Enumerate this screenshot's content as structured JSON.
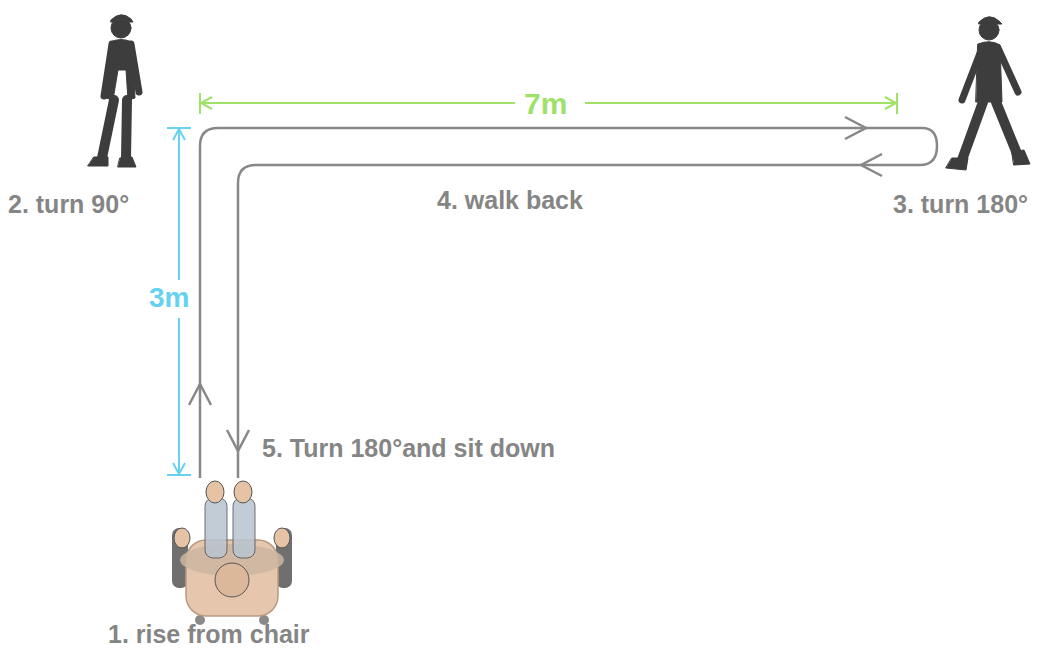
{
  "diagram": {
    "labels": [
      "1. rise from chair",
      "2. turn 90°",
      "3. turn 180°",
      "4. walk back",
      "5. Turn 180°and sit down",
      "7m",
      "3m"
    ]
  }
}
